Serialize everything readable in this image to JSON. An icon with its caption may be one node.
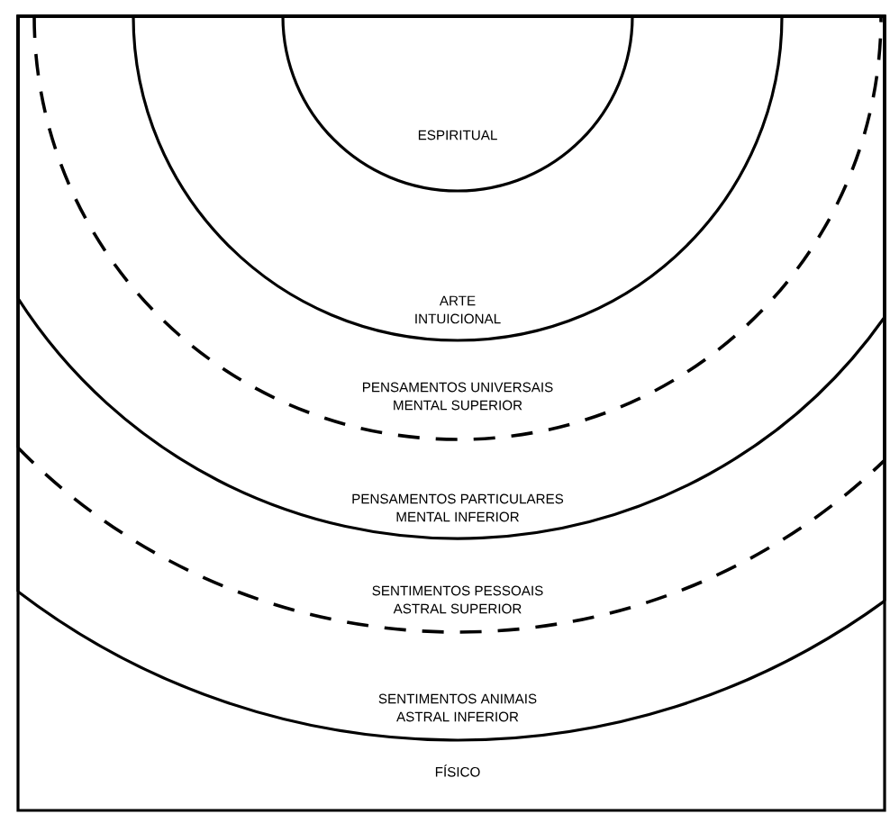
{
  "diagram": {
    "nodes": [
      {
        "text": [
          "FÍSICO"
        ]
      },
      {
        "text": [
          "SENTIMENTOS ANIMAIS",
          "ASTRAL INFERIOR"
        ],
        "in": 0
      },
      {
        "text": [
          "SENTIMENTOS PESSOAIS",
          "ASTRAL SUPERIOR"
        ],
        "in": 1
      },
      {
        "text": [
          "PENSAMENTOS PARTICULARES",
          "MENTAL INFERIOR"
        ],
        "in": 2
      },
      {
        "text": [
          "PENSAMENTOS UNIVERSAIS",
          "MENTAL SUPERIOR"
        ],
        "in": 3
      },
      {
        "text": [
          "ARTE",
          "INTUICIONAL"
        ],
        "in": 4
      },
      {
        "text": [
          "ESPIRITUAL"
        ],
        "in": 5
      }
    ]
  }
}
